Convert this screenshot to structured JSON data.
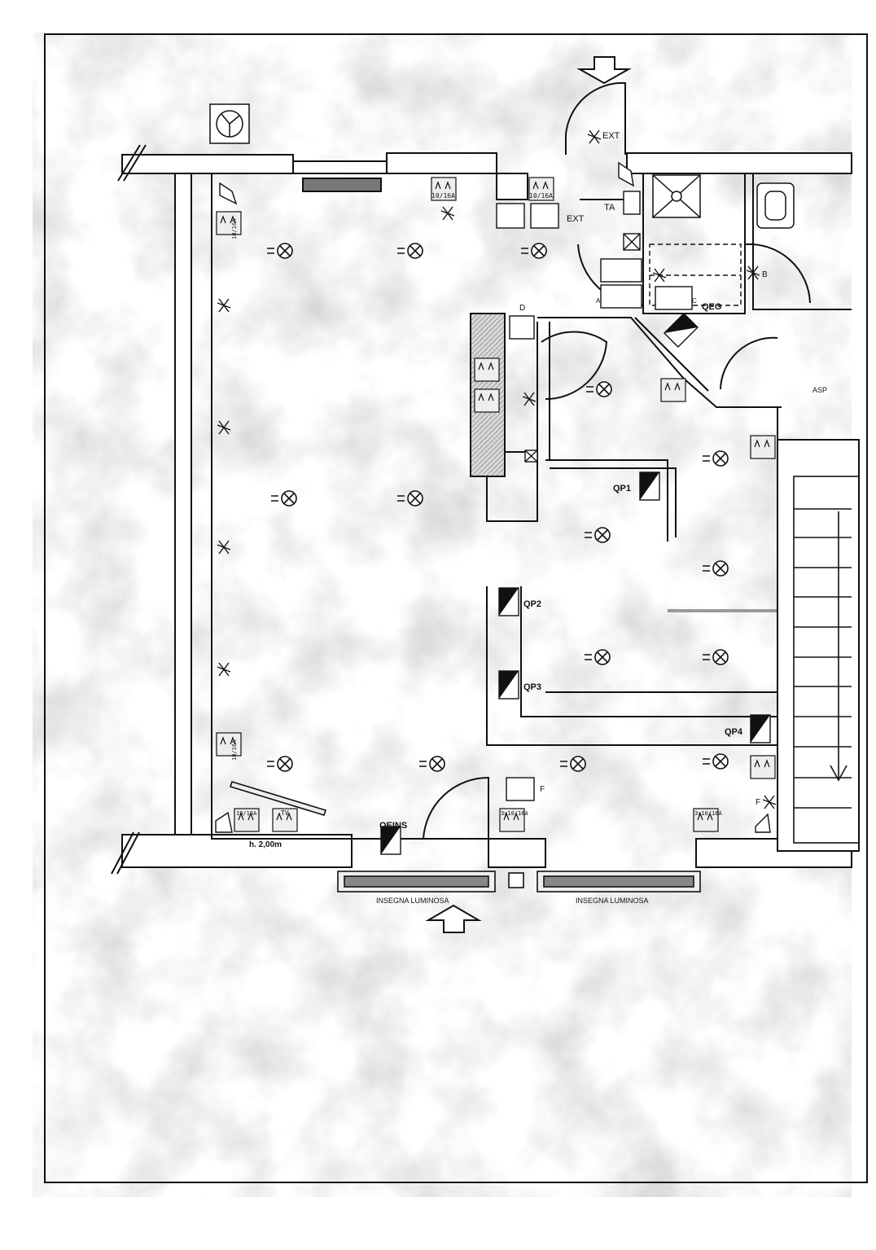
{
  "labels": {
    "ext_top": "EXT",
    "ext_side": "EXT",
    "ta": "TA",
    "sock_a": "10/16A",
    "sock_b": "10/16A",
    "sock_c": "10/16A",
    "sock_d": "10/16A",
    "sock_e": "10/16A",
    "tv": "TV",
    "qeg": "QEG",
    "qp1": "QP1",
    "qp2": "QP2",
    "qp3": "QP3",
    "qp4": "QP4",
    "qeins": "QEINS",
    "asp": "ASP",
    "sw_d": "D",
    "sw_b": "B",
    "sw_f": "F",
    "sw_f2": "F",
    "sw_a": "A",
    "sw_c": "C",
    "height_note": "h. 2,00m",
    "sign_left": "INSEGNA LUMINOSA",
    "sign_right": "INSEGNA LUMINOSA",
    "sock_3x_left": "3x10/16A",
    "sock_3x_right": "3x10/16A"
  },
  "colors": {
    "paper": "#ffffff",
    "ink": "#111111",
    "stain": "#b8b8b8"
  }
}
